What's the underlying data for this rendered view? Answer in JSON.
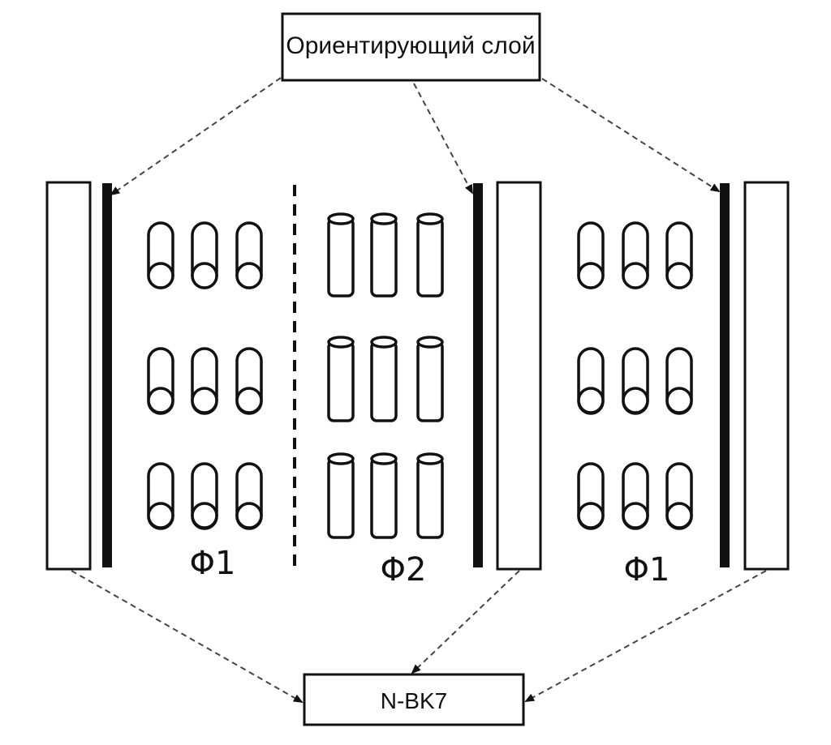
{
  "labels": {
    "alignment_layer": "Ориентирующий слой",
    "substrate": "N-BK7",
    "phase_left": "Φ1",
    "phase_middle": "Φ2",
    "phase_right": "Φ1"
  },
  "colors": {
    "stroke": "#111111",
    "dashed_arrow": "#444444",
    "background": "#ffffff"
  }
}
